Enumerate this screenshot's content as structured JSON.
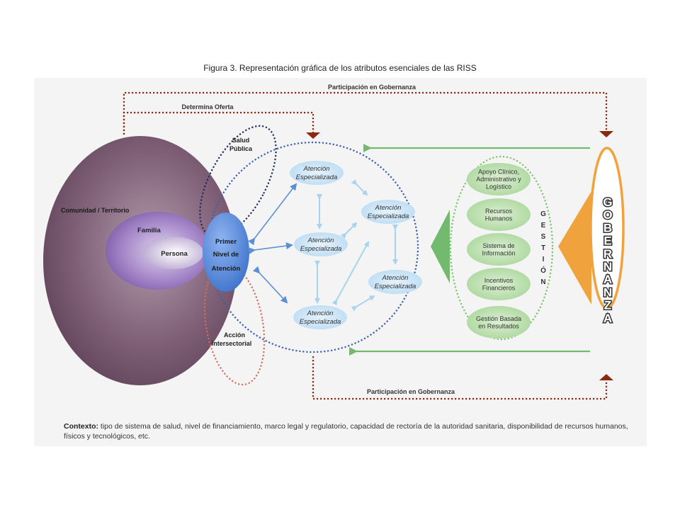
{
  "caption": "Figura 3.  Representación gráfica de los atributos esenciales de las RISS",
  "labels": {
    "participacion_top": "Participación en Gobernanza",
    "participacion_bottom": "Participación en Gobernanza",
    "determina_oferta": "Determina Oferta",
    "comunidad": "Comunidad / Territorio",
    "familia": "Familia",
    "persona": "Persona",
    "salud_publica_1": "Salud",
    "salud_publica_2": "Pública",
    "primer_1": "Primer",
    "primer_2": "Nivel de",
    "primer_3": "Atención",
    "accion_1": "Acción",
    "accion_2": "Intersectorial",
    "atencion_1": "Atención",
    "atencion_2": "Especializada"
  },
  "gestion_items": [
    [
      "Apoyo Clínico,",
      "Administrativo  y",
      "Logístico"
    ],
    [
      "Recursos",
      "Humanos"
    ],
    [
      "Sistema de",
      "Información"
    ],
    [
      "Incentivos",
      "Financieros"
    ],
    [
      "Gestión Basada",
      "en Resultados"
    ]
  ],
  "gestion_letters": [
    "G",
    "E",
    "S",
    "T",
    "I",
    "Ó",
    "N"
  ],
  "gobernanza_letters": [
    "G",
    "O",
    "B",
    "E",
    "R",
    "N",
    "A",
    "N",
    "Z",
    "A"
  ],
  "context": {
    "label": "Contexto:",
    "text": "tipo de sistema de salud, nivel de financiamiento, marco legal y regulatorio, capacidad de rectoría de la autoridad sanitaria, disponibilidad de recursos humanos, físicos y tecnológicos, etc."
  },
  "colors": {
    "community": "#7a5a72",
    "familia": "#9c7fc0",
    "primer_nivel": "#6c9ae0",
    "atencion_fill": "#cfe6f7",
    "gestion_fill": "#c4e3b8",
    "gobernanza": "#f0a33c",
    "dark_red": "#8b2a10",
    "green": "#72bb6e",
    "blue_dots": "#3a5fb0",
    "navy_dots": "#1f2a60",
    "red_dots": "#d0705a"
  }
}
